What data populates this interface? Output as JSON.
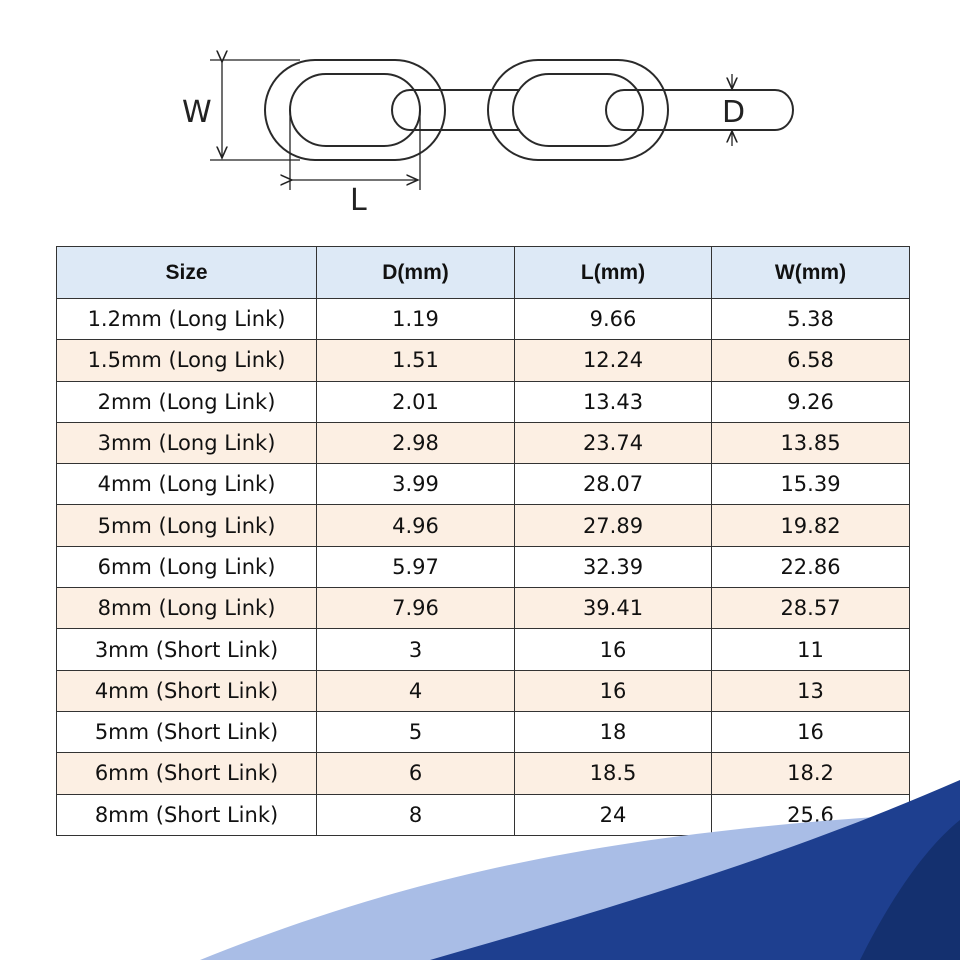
{
  "diagram": {
    "label_w": "W",
    "label_l": "L",
    "label_d": "D"
  },
  "table": {
    "headers": [
      "Size",
      "D(mm)",
      "L(mm)",
      "W(mm)"
    ],
    "rows": [
      [
        "1.2mm (Long Link)",
        "1.19",
        "9.66",
        "5.38"
      ],
      [
        "1.5mm (Long Link)",
        "1.51",
        "12.24",
        "6.58"
      ],
      [
        "2mm (Long Link)",
        "2.01",
        "13.43",
        "9.26"
      ],
      [
        "3mm (Long Link)",
        "2.98",
        "23.74",
        "13.85"
      ],
      [
        "4mm (Long Link)",
        "3.99",
        "28.07",
        "15.39"
      ],
      [
        "5mm (Long Link)",
        "4.96",
        "27.89",
        "19.82"
      ],
      [
        "6mm (Long Link)",
        "5.97",
        "32.39",
        "22.86"
      ],
      [
        "8mm (Long Link)",
        "7.96",
        "39.41",
        "28.57"
      ],
      [
        "3mm (Short Link)",
        "3",
        "16",
        "11"
      ],
      [
        "4mm (Short Link)",
        "4",
        "16",
        "13"
      ],
      [
        "5mm (Short Link)",
        "5",
        "18",
        "16"
      ],
      [
        "6mm (Short Link)",
        "6",
        "18.5",
        "18.2"
      ],
      [
        "8mm (Short Link)",
        "8",
        "24",
        "25.6"
      ]
    ]
  },
  "colors": {
    "header_bg": "#dde9f6",
    "row_alt_bg": "#fcefe3",
    "wave_dark": "#1e3f8f",
    "wave_light": "#a9bde6"
  }
}
